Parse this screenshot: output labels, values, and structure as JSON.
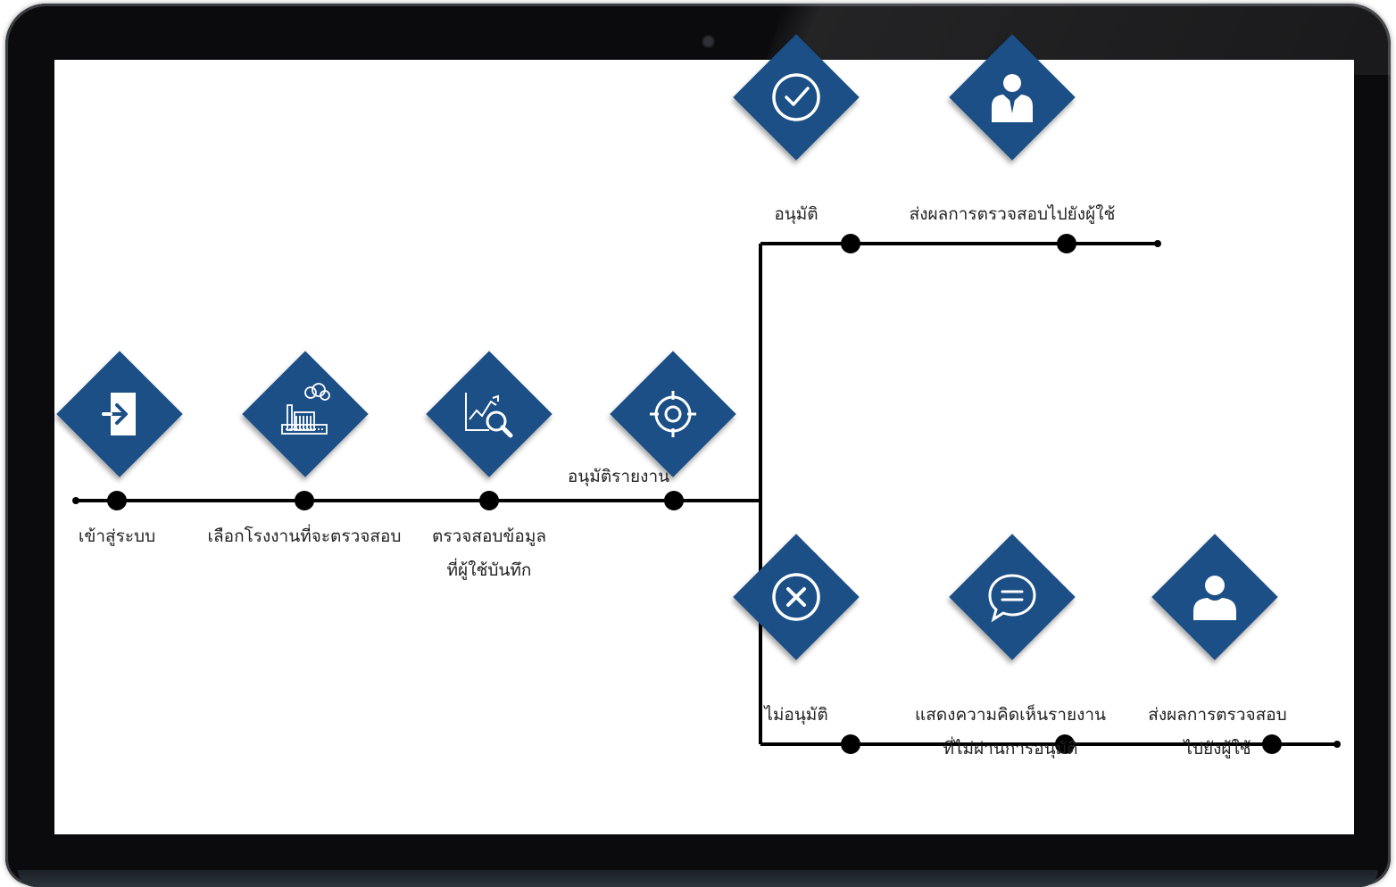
{
  "theme": {
    "node_color": "#1b4f86",
    "line_color": "#000000"
  },
  "steps": [
    {
      "id": "login",
      "icon": "login-icon",
      "label": "เข้าสู่ระบบ"
    },
    {
      "id": "select-factory",
      "icon": "factory-icon",
      "label": "เลือกโรงงานที่จะตรวจสอบ"
    },
    {
      "id": "review-data",
      "icon": "chart-search-icon",
      "label": "ตรวจสอบข้อมูล\nที่ผู้ใช้บันทึก"
    },
    {
      "id": "approve-report",
      "icon": "target-icon",
      "label": "อนุมัติรายงาน"
    }
  ],
  "approved_branch": [
    {
      "id": "approve",
      "icon": "check-circle-icon",
      "label": "อนุมัติ"
    },
    {
      "id": "send-result-approved",
      "icon": "businessman-icon",
      "label": "ส่งผลการตรวจสอบไปยังผู้ใช้"
    }
  ],
  "rejected_branch": [
    {
      "id": "reject",
      "icon": "x-circle-icon",
      "label": "ไม่อนุมัติ"
    },
    {
      "id": "comment",
      "icon": "speech-bubble-icon",
      "label": "แสดงความคิดเห็นรายงาน\nที่ไม่ผ่านการอนุมัติ"
    },
    {
      "id": "send-result-rejected",
      "icon": "user-icon",
      "label": "ส่งผลการตรวจสอบ\nไปยังผู้ใช้"
    }
  ]
}
